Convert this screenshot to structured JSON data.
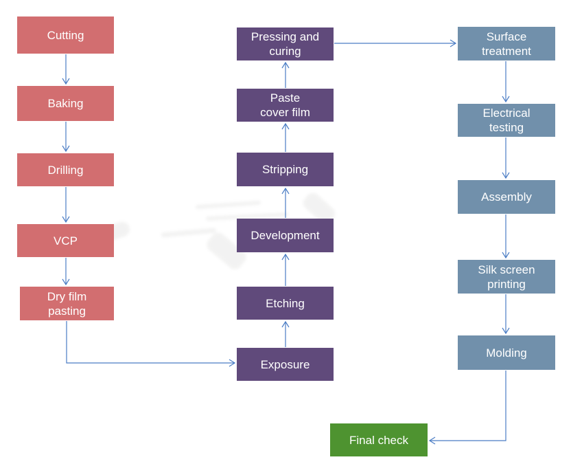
{
  "colors": {
    "background": "#ffffff",
    "label": "#ffffff",
    "stage1": "#d26e70",
    "stage2": "#604a7b",
    "stage3": "#7190ab",
    "final": "#4e9330",
    "arrow": "#4a7cc4"
  },
  "stages": {
    "column1": [
      "Cutting",
      "Baking",
      "Drilling",
      "VCP",
      "Dry film\npasting"
    ],
    "column2": [
      "Exposure",
      "Etching",
      "Development",
      "Stripping",
      "Paste\ncover film",
      "Pressing and\ncuring"
    ],
    "column3": [
      "Surface\ntreatment",
      "Electrical\ntesting",
      "Assembly",
      "Silk screen\nprinting",
      "Molding"
    ],
    "final": "Final check"
  },
  "sequence": [
    "Cutting",
    "Baking",
    "Drilling",
    "VCP",
    "Dry film pasting",
    "Exposure",
    "Etching",
    "Development",
    "Stripping",
    "Paste cover film",
    "Pressing and curing",
    "Surface treatment",
    "Electrical testing",
    "Assembly",
    "Silk screen printing",
    "Molding",
    "Final check"
  ]
}
